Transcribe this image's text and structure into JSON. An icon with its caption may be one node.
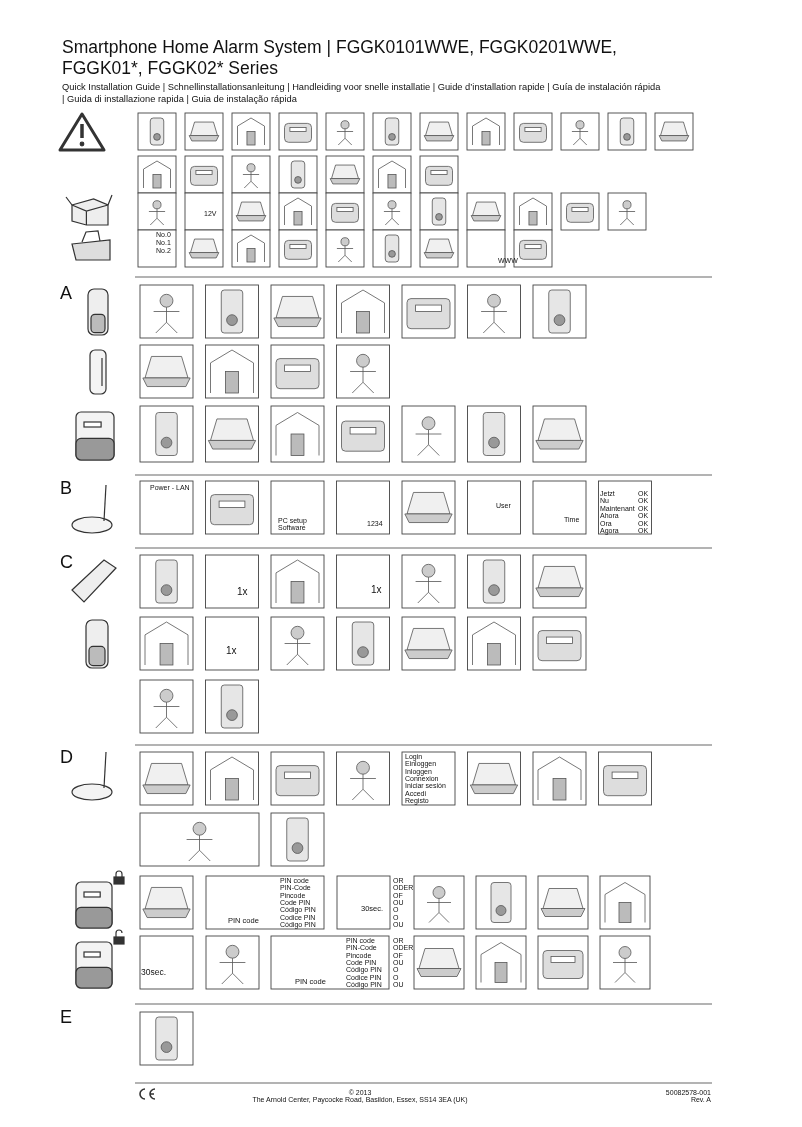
{
  "diagram": {
    "title": "Smartphone Home Alarm System | FGGK0101WWE, FGGK0201WWE, FGGK01*, FGGK02* Series",
    "labels": [
      "Quick Installation Guide | Schnellinstallationsanleitung | Handleiding voor snelle installatie | Guide d’installation rapide | Guía de instalación rápida | Guida di installazione rapida | Guia de instalação rápida",
      "12V",
      "No.0",
      "No.1",
      "No.2",
      "WWW",
      "A",
      "B",
      "Power - LAN",
      "PC setup Software",
      "1234",
      "User",
      "Time",
      "Jetzt",
      "OK",
      "Nu",
      "OK",
      "Maintenant",
      "OK",
      "Ahora",
      "OK",
      "Ora",
      "OK",
      "Agora",
      "OK",
      "C",
      "1x",
      "1x",
      "1x",
      "D",
      "Login",
      "Einloggen",
      "Inloggen",
      "Connexion",
      "Iniciar sesión",
      "Accedi",
      "Registo",
      "PIN code",
      "PIN-Code",
      "Pincode",
      "Code PIN",
      "Código PIN",
      "Codice PIN",
      "Código PIN",
      "PIN code",
      "30sec.",
      "OR",
      "ODER",
      "OF",
      "OU",
      "O",
      "O",
      "OU",
      "30sec.",
      "PIN code",
      "PIN-Code",
      "Pincode",
      "Code PIN",
      "Código PIN",
      "Codice PIN",
      "Código PIN",
      "PIN code",
      "OR",
      "ODER",
      "OF",
      "OU",
      "O",
      "O",
      "OU",
      "E",
      "© 2013",
      "The Arnold Center, Paycocke Road, Basildon, Essex, SS14 3EA (UK)",
      "50082578-001",
      "Rev. A"
    ]
  }
}
